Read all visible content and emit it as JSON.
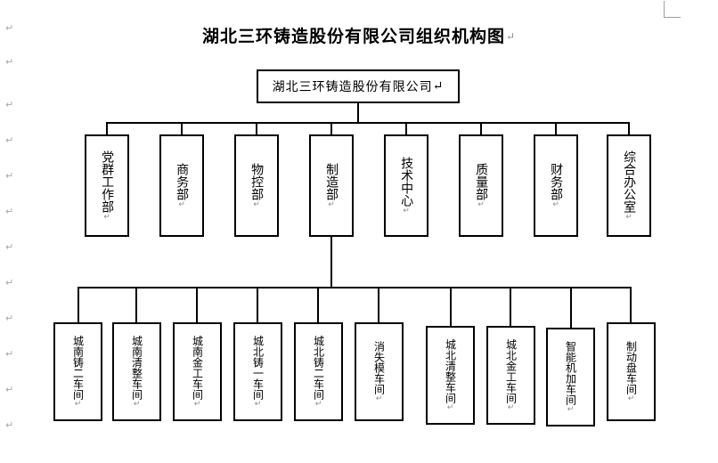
{
  "document": {
    "title": "湖北三环铸造股份有限公司组织机构图",
    "title_return_mark": "↵",
    "return_mark": "↵",
    "margin_return_mark": "↵"
  },
  "chart": {
    "type": "org-chart",
    "root": {
      "label": "湖北三环铸造股份有限公司",
      "return_mark": "↵"
    },
    "departments": [
      {
        "label": "党群工作部",
        "return_mark": "↵"
      },
      {
        "label": "商务部",
        "return_mark": "↵"
      },
      {
        "label": "物控部",
        "return_mark": "↵"
      },
      {
        "label": "制造部",
        "return_mark": "↵"
      },
      {
        "label": "技术中心",
        "return_mark": "↵"
      },
      {
        "label": "质量部",
        "return_mark": "↵"
      },
      {
        "label": "财务部",
        "return_mark": "↵"
      },
      {
        "label": "综合办公室",
        "return_mark": "↵"
      }
    ],
    "workshops_parent": "制造部",
    "workshops": [
      {
        "label": "城南铸二车间",
        "return_mark": "↵"
      },
      {
        "label": "城南清整车间",
        "return_mark": "↵"
      },
      {
        "label": "城南金工车间",
        "return_mark": "↵"
      },
      {
        "label": "城北铸一车间",
        "return_mark": "↵"
      },
      {
        "label": "城北铸二车间",
        "return_mark": "↵"
      },
      {
        "label": "消失模车间",
        "return_mark": "↵"
      },
      {
        "label": "城北清整车间",
        "return_mark": "↵"
      },
      {
        "label": "城北金工车间",
        "return_mark": "↵"
      },
      {
        "label": "智能机加车间",
        "return_mark": "↵"
      },
      {
        "label": "制动盘车间",
        "return_mark": "↵"
      }
    ]
  },
  "colors": {
    "line": "#000000",
    "box_border": "#000000",
    "background": "#ffffff",
    "mark": "#8c8c8c"
  }
}
